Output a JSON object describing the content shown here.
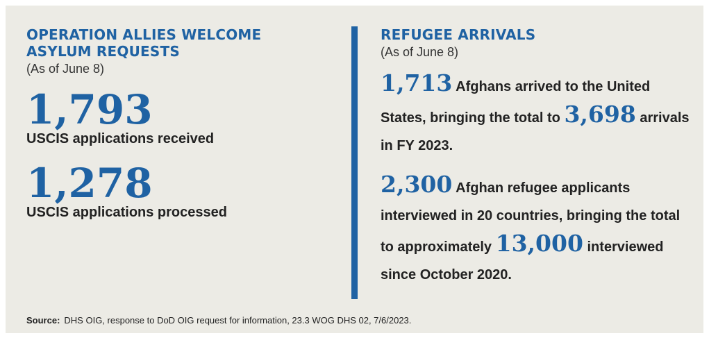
{
  "left": {
    "heading_line1": "OPERATION ALLIES WELCOME",
    "heading_line2": "ASYLUM REQUESTS",
    "as_of": "(As of June 8)",
    "stat1_value": "1,793",
    "stat1_label": "USCIS applications received",
    "stat2_value": "1,278",
    "stat2_label": "USCIS applications processed"
  },
  "right": {
    "heading": "REFUGEE ARRIVALS",
    "as_of": "(As of June 8)",
    "para1": {
      "num1": "1,713",
      "text1": " Afghans arrived to the United States, bringing the total to ",
      "num2": "3,698",
      "text2": " arrivals in FY 2023."
    },
    "para2": {
      "num1": "2,300",
      "text1": " Afghan refugee applicants interviewed in 20 countries, bringing the total to approximately ",
      "num2": "13,000",
      "text2": " interviewed since October 2020."
    }
  },
  "source": {
    "label": "Source:",
    "text": "DHS OIG, response to DoD OIG request for information, 23.3 WOG DHS 02, 7/6/2023."
  },
  "colors": {
    "accent": "#1f62a3",
    "panel_bg": "#ecebe5"
  }
}
